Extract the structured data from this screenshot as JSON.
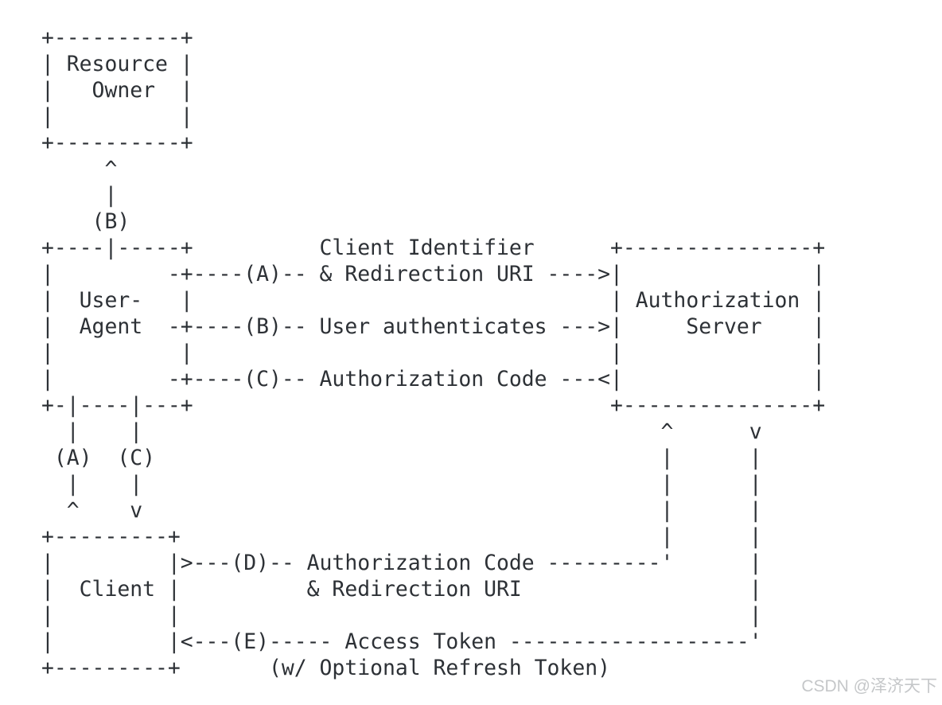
{
  "colors": {
    "background": "#ffffff",
    "diagram_text": "#2d3136",
    "watermark_text": "#c5c7c9"
  },
  "diagram": {
    "type": "ascii-flow",
    "lines": [
      "+----------+",
      "| Resource |",
      "|   Owner  |",
      "|          |",
      "+----------+",
      "     ^",
      "     |",
      "    (B)",
      "+----|-----+          Client Identifier      +---------------+",
      "|         -+----(A)-- & Redirection URI ---->|               |",
      "|  User-   |                                 | Authorization |",
      "|  Agent  -+----(B)-- User authenticates --->|     Server    |",
      "|          |                                 |               |",
      "|         -+----(C)-- Authorization Code ---<|               |",
      "+-|----|---+                                 +---------------+",
      "  |    |                                         ^      v",
      " (A)  (C)                                        |      |",
      "  |    |                                         |      |",
      "  ^    v                                         |      |",
      "+---------+                                      |      |",
      "|         |>---(D)-- Authorization Code ---------'      |",
      "|  Client |          & Redirection URI                  |",
      "|         |                                             |",
      "|         |<---(E)----- Access Token -------------------'",
      "+---------+       (w/ Optional Refresh Token)"
    ],
    "entities": [
      "Resource Owner",
      "User-Agent",
      "Authorization Server",
      "Client"
    ],
    "steps": [
      {
        "id": "A",
        "label": "Client Identifier & Redirection URI"
      },
      {
        "id": "B",
        "label": "User authenticates"
      },
      {
        "id": "C",
        "label": "Authorization Code"
      },
      {
        "id": "D",
        "label": "Authorization Code & Redirection URI"
      },
      {
        "id": "E",
        "label": "Access Token (w/ Optional Refresh Token)"
      }
    ]
  },
  "watermark": {
    "text": "CSDN @泽济天下"
  }
}
